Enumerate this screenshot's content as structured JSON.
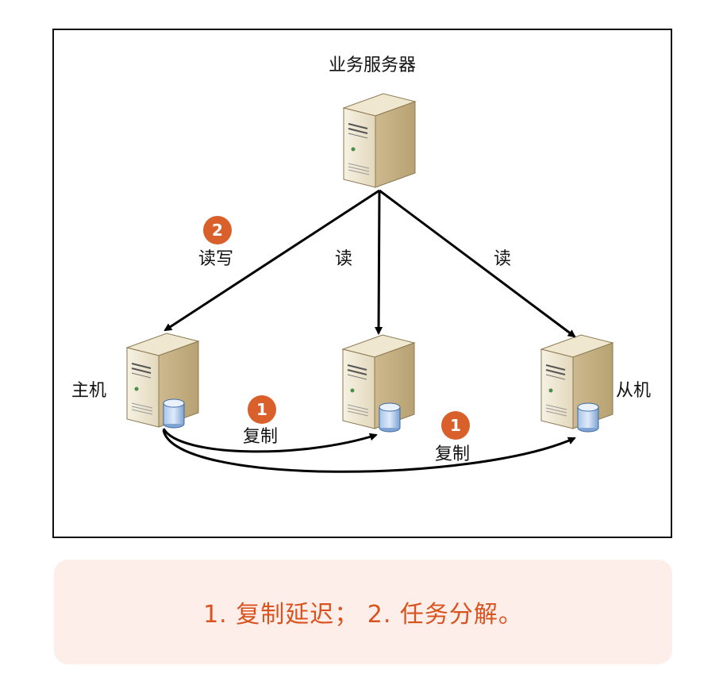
{
  "nodes": {
    "business_server": "业务服务器",
    "master": "主机",
    "slave": "从机"
  },
  "edges": {
    "read_write": "读写",
    "read_mid": "读",
    "read_right": "读",
    "replicate_1": "复制",
    "replicate_2": "复制"
  },
  "badges": {
    "read_write_step": "2",
    "replicate_1_step": "1",
    "replicate_2_step": "1"
  },
  "note": {
    "text": "1. 复制延迟； 2. 任务分解。"
  },
  "colors": {
    "badge": "#d95f2b",
    "note_bg": "#fdeeea",
    "note_text": "#d9531e"
  }
}
